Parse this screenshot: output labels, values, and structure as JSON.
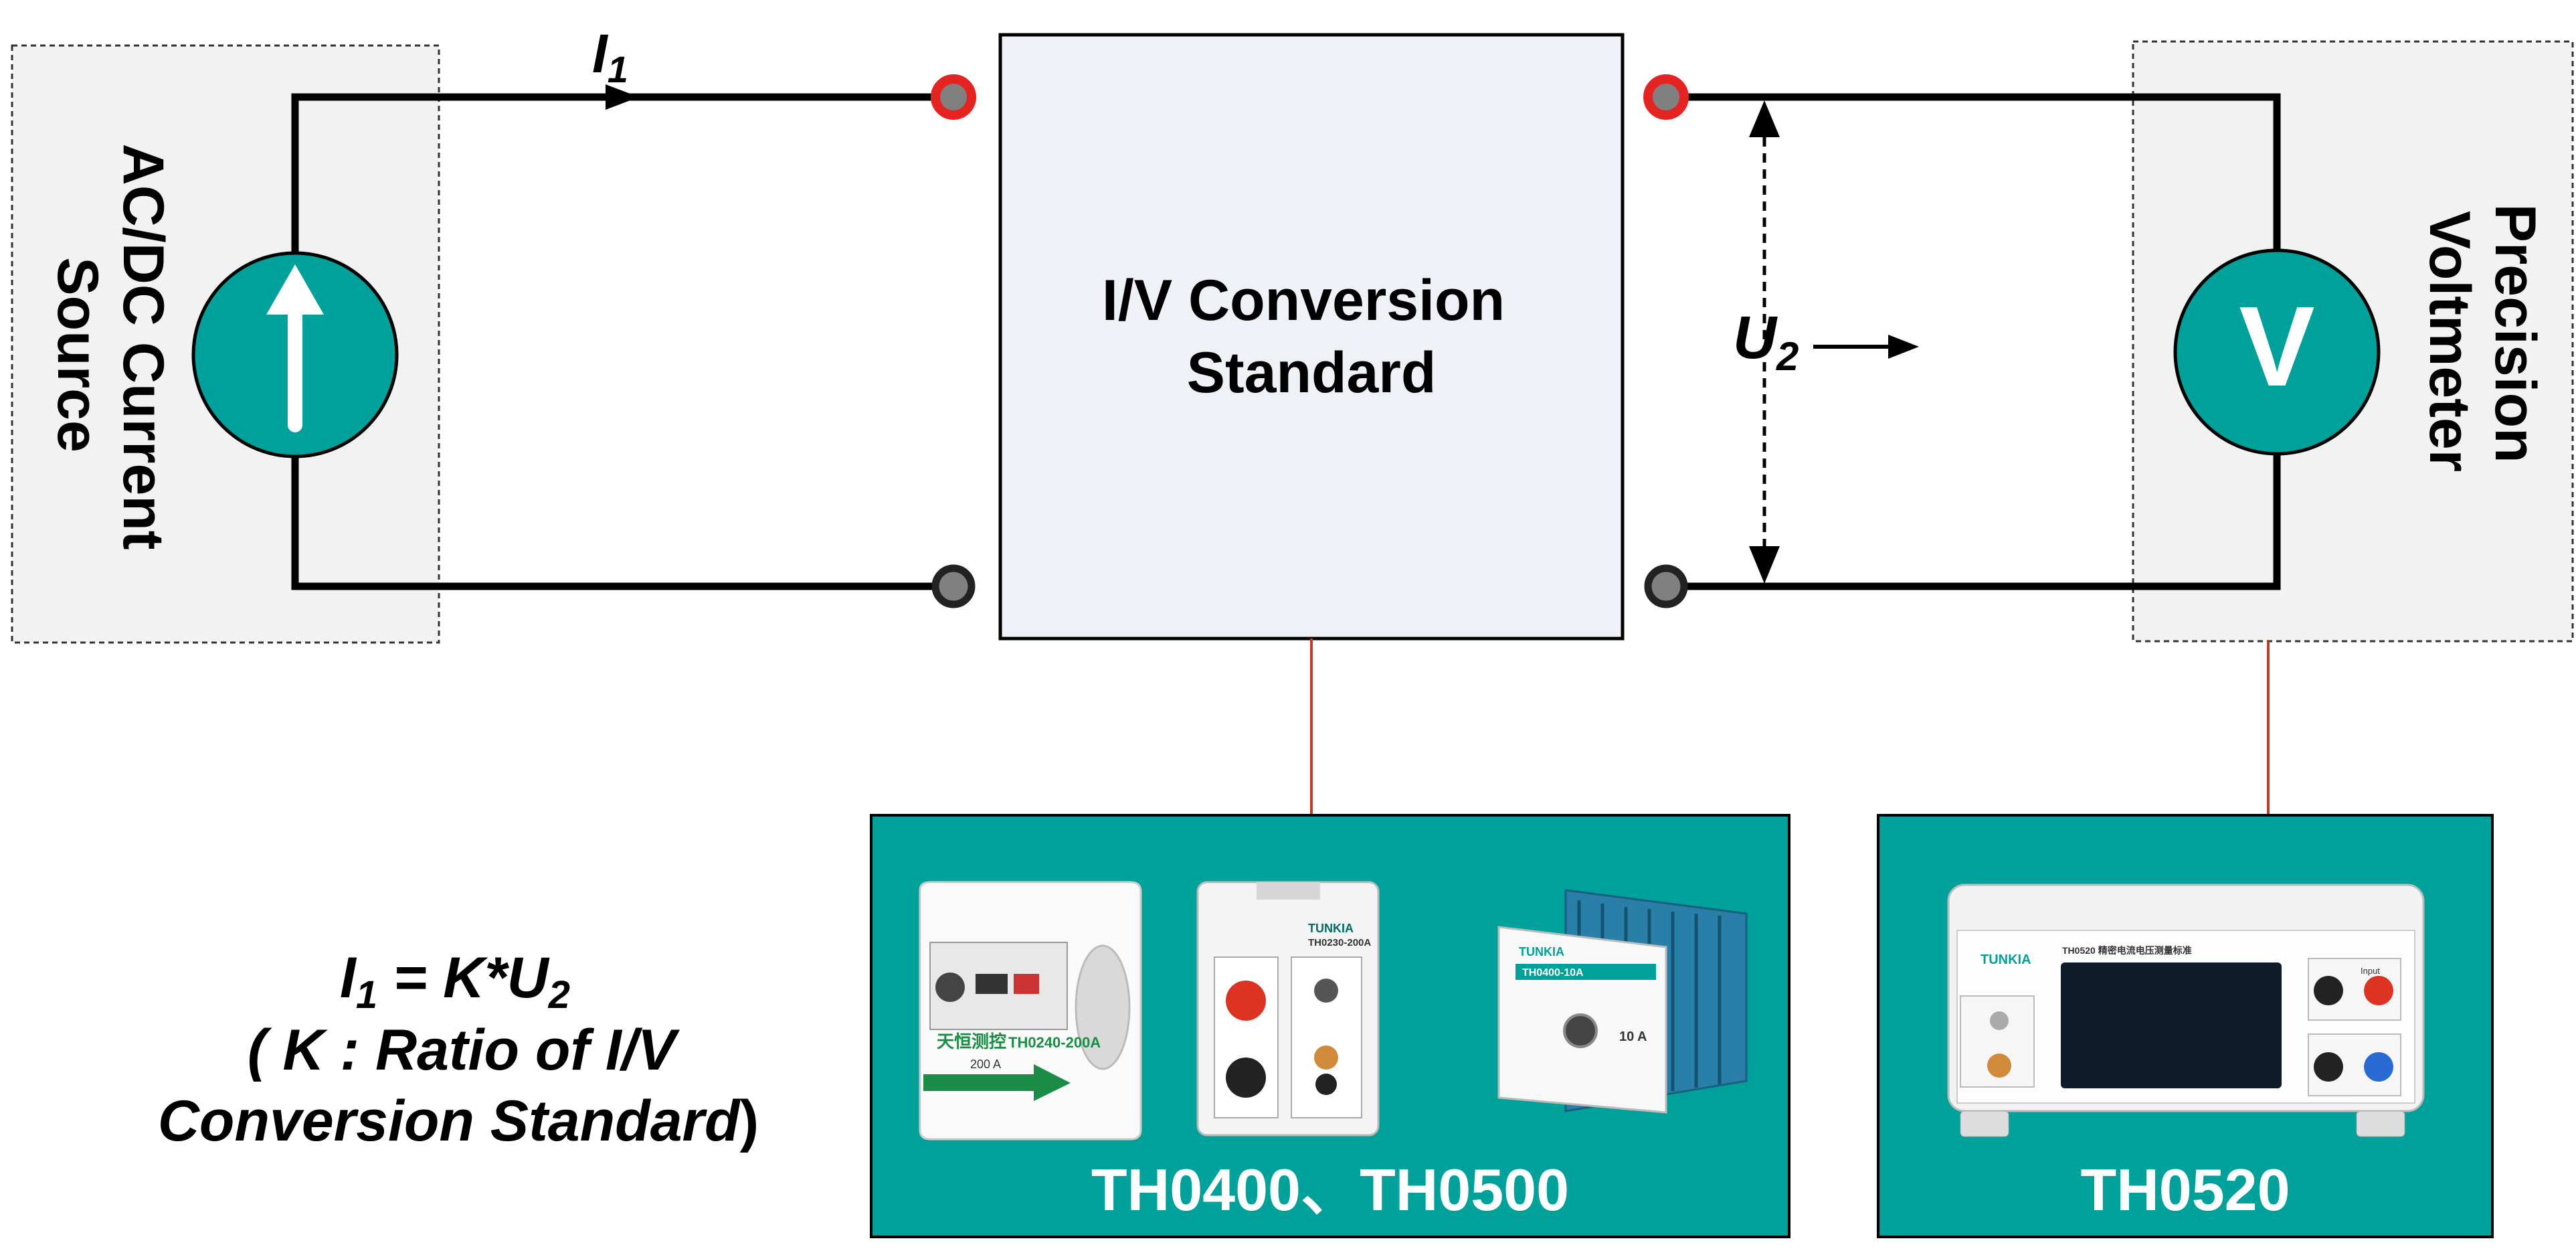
{
  "source": {
    "label_line1": "AC/DC Current",
    "label_line2": "Source"
  },
  "voltmeter": {
    "label_line1": "Precision",
    "label_line2": "Voltmeter",
    "symbol": "V"
  },
  "converter": {
    "label_line1": "I/V Conversion",
    "label_line2": "Standard"
  },
  "current_label": {
    "symbol": "I",
    "subscript": "1"
  },
  "voltage_label": {
    "symbol": "U",
    "subscript": "2"
  },
  "formula": {
    "lhs_symbol": "I",
    "lhs_sub": "1",
    "eq": " = K*U",
    "rhs_sub": "2",
    "line2_open": "( ",
    "line2_k": "K",
    "line2_rest": " : Ratio of I/V",
    "line3_text": "Conversion Standard",
    "line3_close": ")"
  },
  "products_left": {
    "caption": "TH0400、TH0500"
  },
  "products_right": {
    "caption": "TH0520",
    "device_title": "TH0520 精密电流电压测量标准",
    "brand": "TUNKIA"
  },
  "product_labels": {
    "p1_brand": "天恒测控",
    "p1_model": "TH0240-200A",
    "p1_range": "200 A",
    "p2_brand": "TUNKIA",
    "p2_model": "TH0230-200A",
    "p3_brand": "TUNKIA",
    "p3_model": "TH0400-10A",
    "p3_range": "10 A",
    "th0520_input_label": "Input"
  },
  "colors": {
    "teal": "#00a19a",
    "wire": "#000000",
    "box_fill": "#eef2f7",
    "dashed_fill": "#f2f2f2",
    "terminal_red": "#e52421",
    "terminal_gray": "#808080",
    "connector": "#c0392b"
  }
}
